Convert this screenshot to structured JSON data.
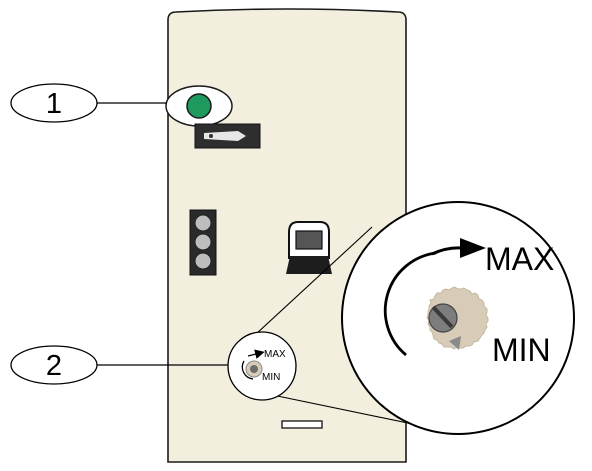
{
  "callouts": [
    {
      "number": "1"
    },
    {
      "number": "2"
    }
  ],
  "adjuster": {
    "max_label": "MAX",
    "min_label": "MIN"
  },
  "colors": {
    "housing": "#f3efdf",
    "led": "#1e9a5e",
    "knob": "#d8ccb8",
    "outline": "#1a1a1a"
  }
}
